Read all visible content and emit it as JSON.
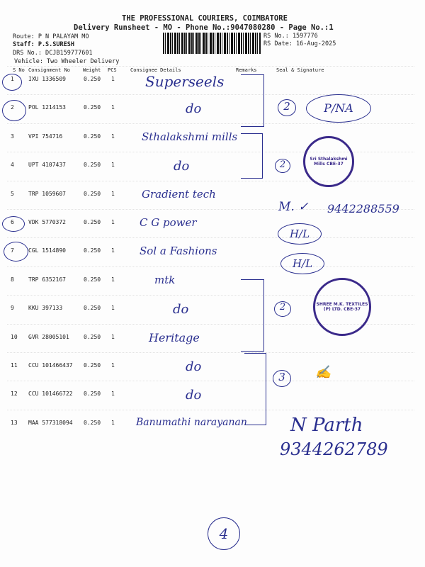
{
  "header": {
    "title": "THE PROFESSIONAL COURIERS, COIMBATORE",
    "subtitle": "Delivery Runsheet - MO - Phone No.:9047080280 - Page No.:1",
    "route": "Route: P N PALAYAM MO",
    "staff": "Staff: P.S.SURESH",
    "drs": "DRS No.: DCJB159777601",
    "vehicle": "Vehicle: Two Wheeler Delivery",
    "rs_no": "RS No.: 1597776",
    "rs_date": "RS Date: 16-Aug-2025"
  },
  "columns": [
    "S No",
    "Consignment No",
    "Weight",
    "PCS",
    "Consignee Details",
    "Remarks",
    "Seal & Signature"
  ],
  "rows": [
    {
      "sno": "1",
      "cn": "IXU 1336509",
      "wt": "0.250",
      "pcs": "1",
      "hw": "Superseels"
    },
    {
      "sno": "2",
      "cn": "POL 1214153",
      "wt": "0.250",
      "pcs": "1",
      "hw": "do"
    },
    {
      "sno": "3",
      "cn": "VPI 754716",
      "wt": "0.250",
      "pcs": "1",
      "hw": "Sthalakshmi mills"
    },
    {
      "sno": "4",
      "cn": "UPT 4107437",
      "wt": "0.250",
      "pcs": "1",
      "hw": "do"
    },
    {
      "sno": "5",
      "cn": "TRP 1059607",
      "wt": "0.250",
      "pcs": "1",
      "hw": "Gradient tech"
    },
    {
      "sno": "6",
      "cn": "VDK 5770372",
      "wt": "0.250",
      "pcs": "1",
      "hw": "C G power"
    },
    {
      "sno": "7",
      "cn": "CGL 1514890",
      "wt": "0.250",
      "pcs": "1",
      "hw": "Sol a Fashions"
    },
    {
      "sno": "8",
      "cn": "TRP 6352167",
      "wt": "0.250",
      "pcs": "1",
      "hw": "mtk"
    },
    {
      "sno": "9",
      "cn": "KKU 397133",
      "wt": "0.250",
      "pcs": "1",
      "hw": "do"
    },
    {
      "sno": "10",
      "cn": "GVR 28005101",
      "wt": "0.250",
      "pcs": "1",
      "hw": "Heritage"
    },
    {
      "sno": "11",
      "cn": "CCU 101466437",
      "wt": "0.250",
      "pcs": "1",
      "hw": "do"
    },
    {
      "sno": "12",
      "cn": "CCU 101466722",
      "wt": "0.250",
      "pcs": "1",
      "hw": "do"
    },
    {
      "sno": "13",
      "cn": "MAA 577318094",
      "wt": "0.250",
      "pcs": "1",
      "hw": "Banumathi narayanan"
    }
  ],
  "annotations": {
    "remark_a": "2",
    "remark_b": "2",
    "remark_c": "2",
    "remark_d": "3",
    "sig_1": "P/NA",
    "sig_6": "H/L",
    "sig_7": "H/L",
    "sig_5": "M. ✓",
    "phone_5": "9442288559",
    "sig_13": "N Parth",
    "phone_13": "9344262789",
    "page_mark": "4",
    "stamp_1": "Sri Sthalakshmi Mills CBE-37",
    "stamp_2": "SHREE M.K. TEXTILES (P) LTD. CBE-37"
  }
}
